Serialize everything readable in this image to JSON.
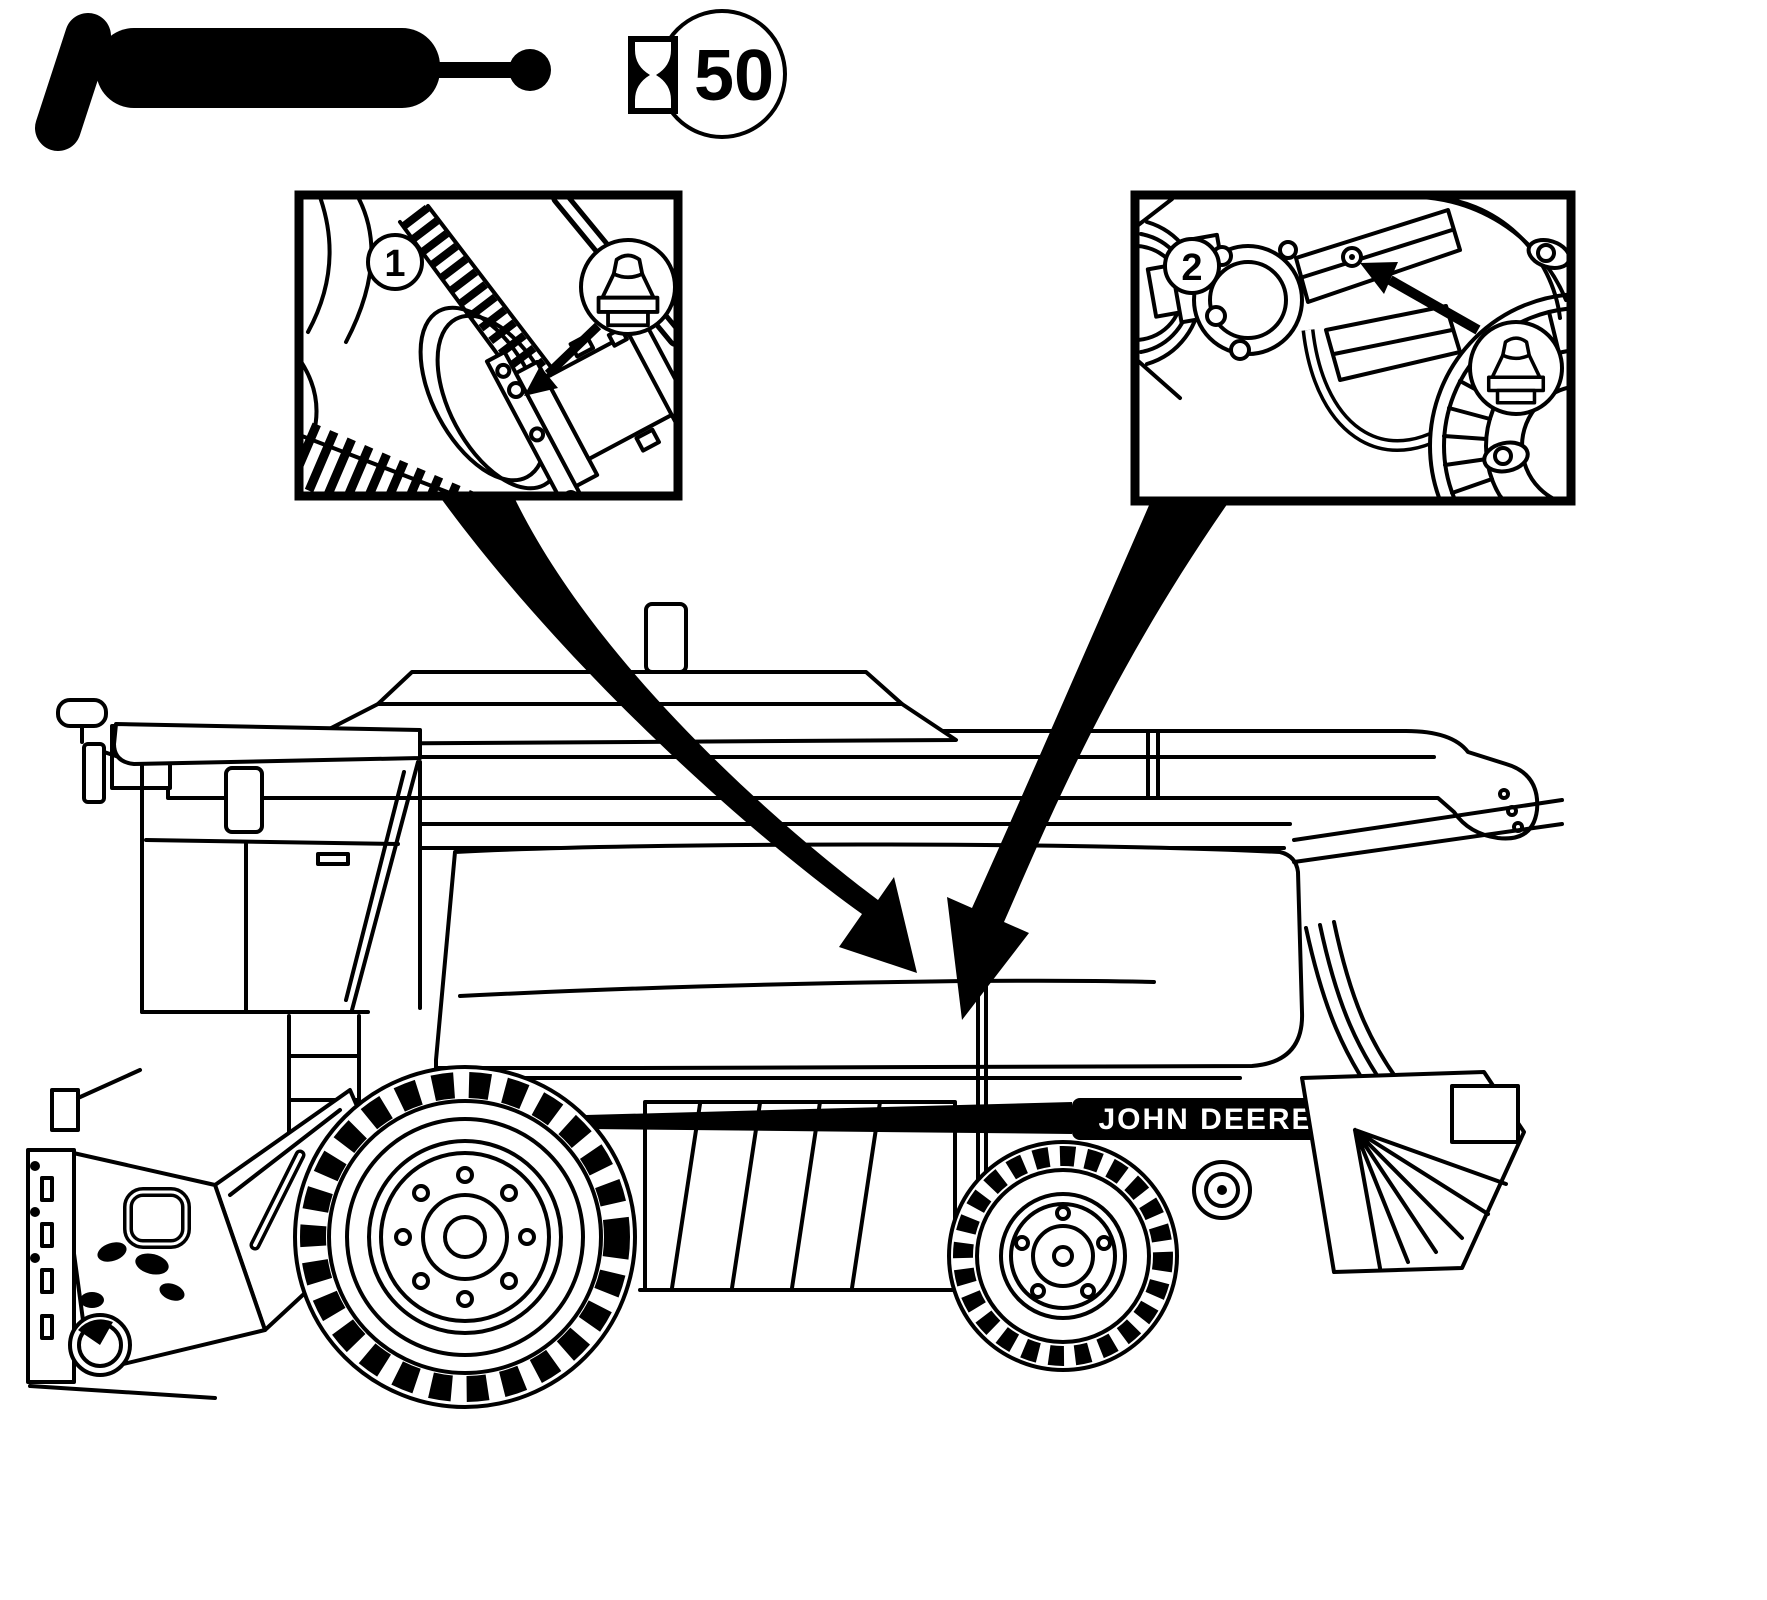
{
  "page": {
    "background": "#ffffff",
    "ink": "#000000"
  },
  "header": {
    "grease_gun_icon": "grease-gun",
    "service_interval": {
      "icon": "hourglass",
      "value": "50"
    }
  },
  "callouts": {
    "box1": {
      "number": "1",
      "icon": "grease-fitting"
    },
    "box2": {
      "number": "2",
      "icon": "grease-fitting"
    }
  },
  "machine": {
    "brand_decal": "JOHN DEERE"
  }
}
